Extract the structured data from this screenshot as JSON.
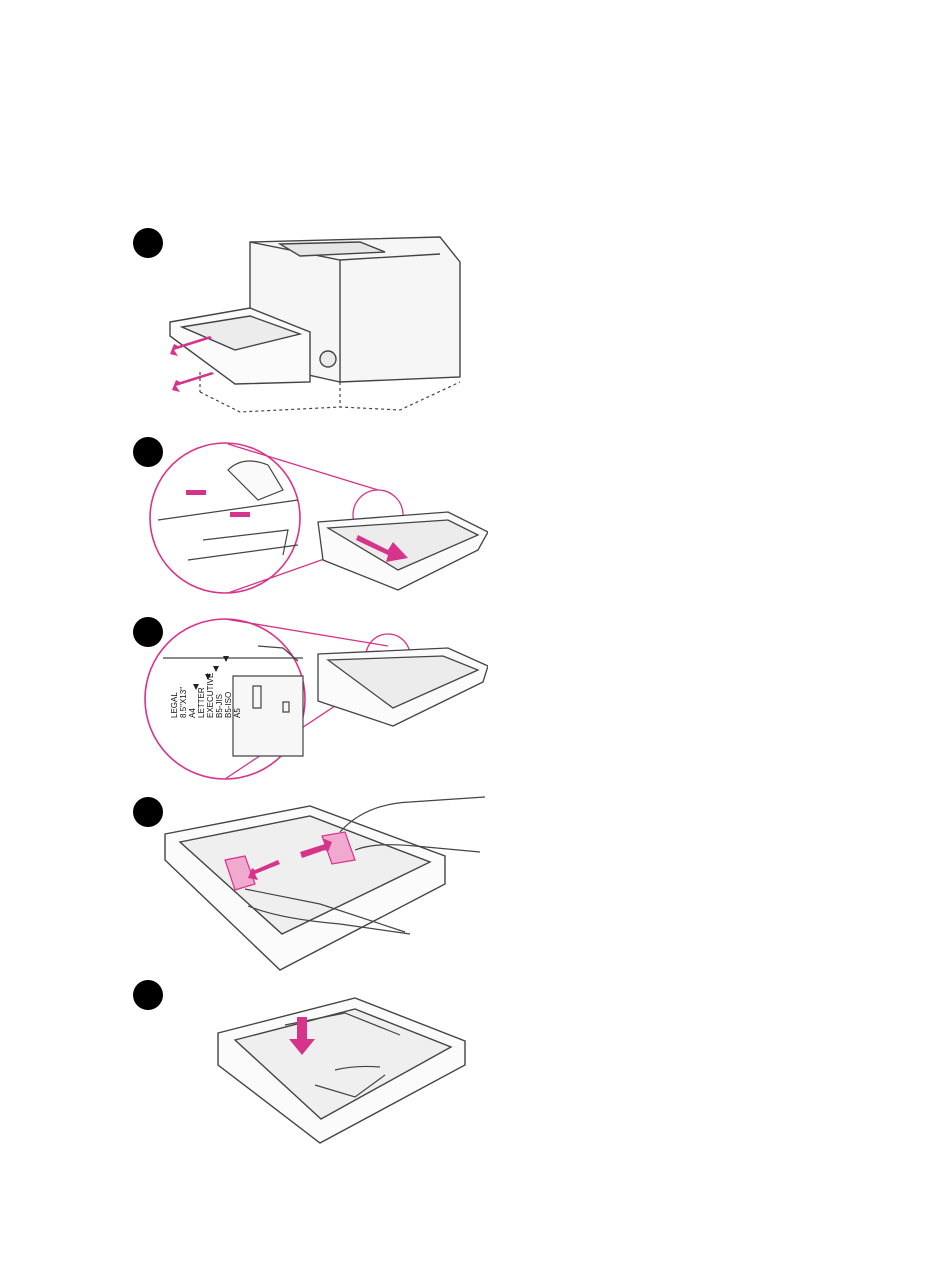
{
  "colors": {
    "accent": "#d6338a",
    "accent_fill": "#f2a9cf",
    "line": "#444444",
    "badge": "#000000"
  },
  "steps": [
    {
      "number_badge": "step-1-badge",
      "illustration": "printer-tray-pull-out"
    },
    {
      "number_badge": "step-2-badge",
      "illustration": "tray-back-release-push"
    },
    {
      "number_badge": "step-3-badge",
      "illustration": "tray-paper-size-marks"
    },
    {
      "number_badge": "step-4-badge",
      "illustration": "tray-width-guides-slide"
    },
    {
      "number_badge": "step-5-badge",
      "illustration": "tray-plate-press-down"
    }
  ],
  "size_labels": {
    "legal": "LEGAL",
    "eight_x13": "8.5\"X13\"",
    "a4": "A4",
    "letter": "LETTER",
    "executive": "EXECUTIVE",
    "b5_jis": "B5-JIS",
    "b5_iso": "B5-ISO",
    "a5": "A5"
  }
}
